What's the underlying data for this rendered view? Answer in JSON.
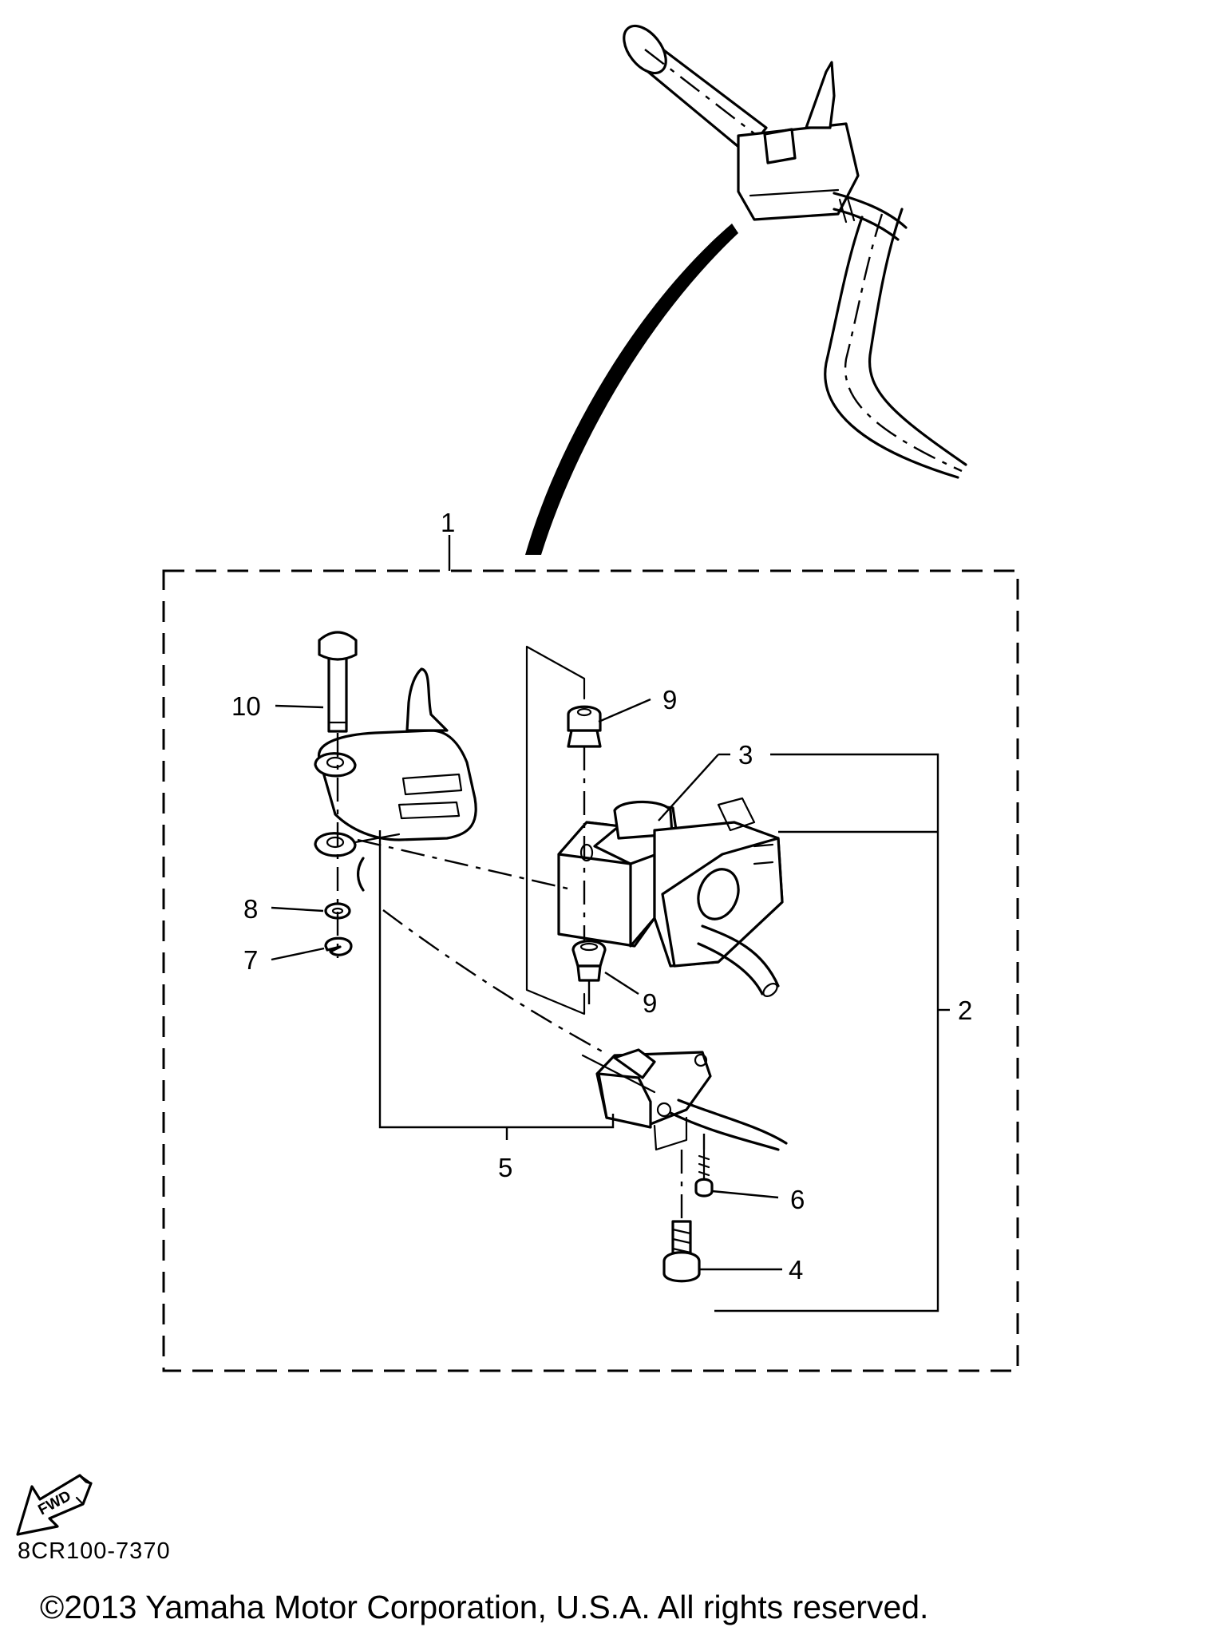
{
  "diagram": {
    "callouts": {
      "c1": "1",
      "c2": "2",
      "c3": "3",
      "c4": "4",
      "c5": "5",
      "c6": "6",
      "c7": "7",
      "c8": "8",
      "c9a": "9",
      "c9b": "9",
      "c10": "10"
    },
    "fwd_label": "FWD",
    "drawing_code": "8CR100-7370"
  },
  "footer": {
    "copyright": "©2013 Yamaha Motor Corporation, U.S.A. All rights reserved."
  }
}
